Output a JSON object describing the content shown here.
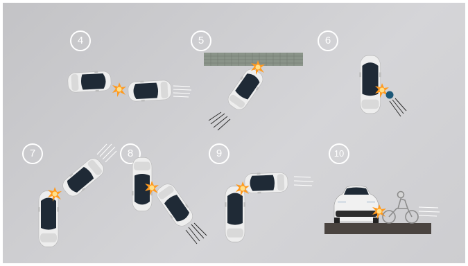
{
  "diagram": {
    "title": "",
    "scenarios": [
      {
        "id": "4",
        "label": "4"
      },
      {
        "id": "5",
        "label": "5"
      },
      {
        "id": "6",
        "label": "6"
      },
      {
        "id": "7",
        "label": "7"
      },
      {
        "id": "8",
        "label": "8"
      },
      {
        "id": "9",
        "label": "9"
      },
      {
        "id": "10",
        "label": "10"
      }
    ]
  },
  "colors": {
    "background": "#cbcbce",
    "car_body": "#eeeeee",
    "car_glass": "#1f2a36",
    "impact_flash": "#ff9a1f",
    "wall_grid": "#8a9489",
    "pedestrian": "#1c5878",
    "ground": "#4a4440"
  }
}
